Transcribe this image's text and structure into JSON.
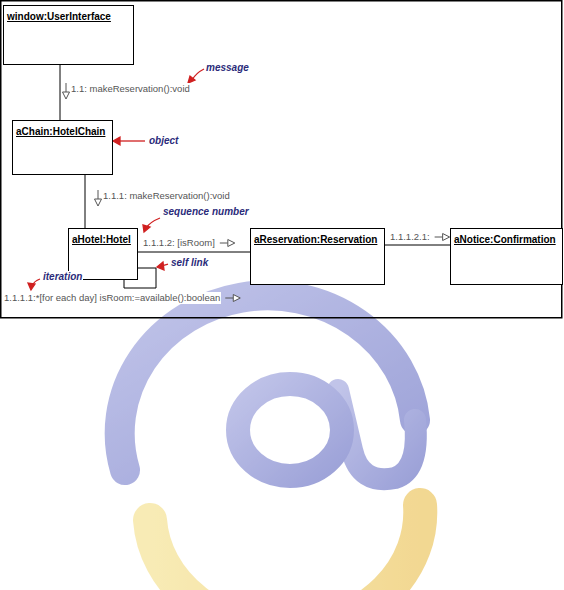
{
  "diagram": {
    "nodes": [
      {
        "text": [
          "window:UserInterface"
        ]
      },
      {
        "text": [
          "aChain:HotelChain"
        ]
      },
      {
        "text": [
          "aHotel:Hotel"
        ]
      },
      {
        "text": [
          "aReservation:Reservation"
        ]
      },
      {
        "text": [
          "aNotice:Confirmation"
        ]
      }
    ],
    "edges": [
      {
        "from": 0,
        "to": 1,
        "label": "1.1: makeReservation():void",
        "arrow": "none"
      },
      {
        "from": 1,
        "to": 2,
        "label": "1.1.1: makeReservation():void",
        "arrow": "none"
      },
      {
        "from": 2,
        "to": 2,
        "label": "1.1.1.1:*[for each day] isRoom:=available():boolean",
        "arrow": "none"
      },
      {
        "from": 2,
        "to": 3,
        "label": "1.1.1.2: [isRoom]",
        "arrow": "none"
      },
      {
        "from": 3,
        "to": 4,
        "label": "1.1.1.2.1:",
        "arrow": "none"
      }
    ],
    "labels": [
      "message",
      "object",
      "sequence number",
      "self link",
      "iteration"
    ]
  }
}
